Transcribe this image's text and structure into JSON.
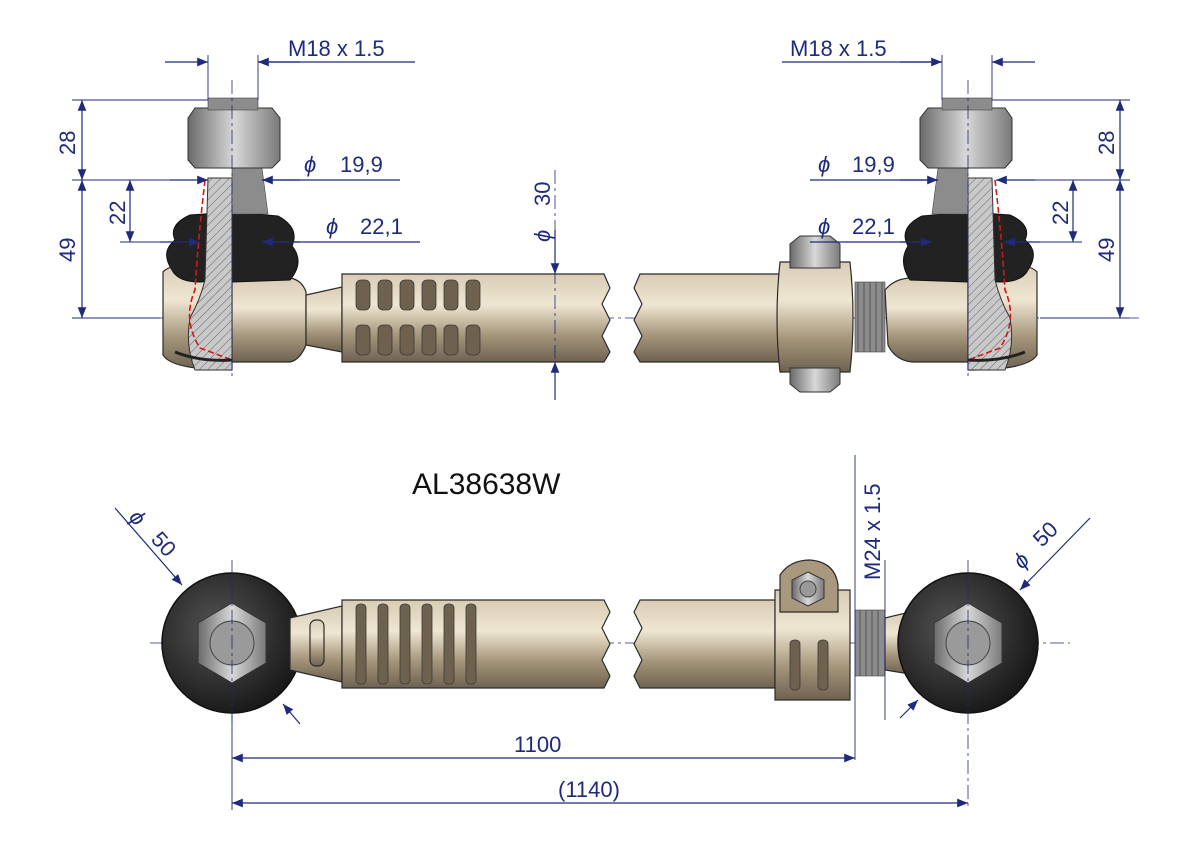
{
  "part_number": "AL38638W",
  "top_view": {
    "left_end": {
      "thread_label": "M18 x 1.5",
      "dim_28": "28",
      "dim_49": "49",
      "dim_22": "22",
      "dia_19_9": "19,9",
      "dia_22_1": "22,1"
    },
    "tube_diameter": "30",
    "right_end": {
      "thread_label": "M18 x 1.5",
      "dim_28": "28",
      "dim_49": "49",
      "dim_22": "22",
      "dia_19_9": "19,9",
      "dia_22_1": "22,1"
    },
    "diameter_symbol": "ϕ"
  },
  "bottom_view": {
    "left_eye_diameter": "50",
    "right_eye_diameter": "50",
    "adjuster_thread": "M24 x 1.5",
    "length_nominal": "1100",
    "length_reference": "(1140)"
  },
  "colors": {
    "dimension": "#1f2a7a",
    "tube": "#b3a386",
    "rubber": "#222222",
    "section_line": "#d01818"
  }
}
